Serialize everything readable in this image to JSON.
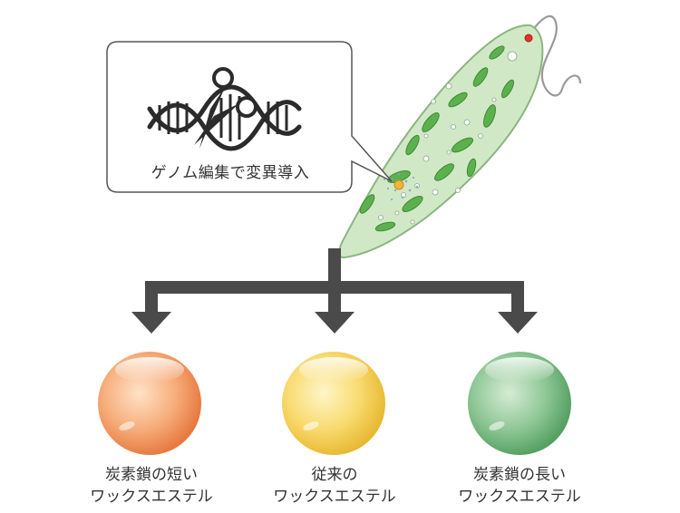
{
  "callout": {
    "text": "ゲノム編集で変異導入",
    "icon": "dna-scissors-icon"
  },
  "organism": {
    "icon": "euglena-cell-icon",
    "body_color": "#cfe7c3",
    "chloroplast_color": "#58b04a"
  },
  "arrow_color": "#4a4a4a",
  "outcomes": [
    {
      "line1": "炭素鎖の短い",
      "line2": "ワックスエステル",
      "color": "#f29a62",
      "name": "short"
    },
    {
      "line1": "従来の",
      "line2": "ワックスエステル",
      "color": "#f5d25a",
      "name": "conventional"
    },
    {
      "line1": "炭素鎖の長い",
      "line2": "ワックスエステル",
      "color": "#7cbf86",
      "name": "long"
    }
  ]
}
